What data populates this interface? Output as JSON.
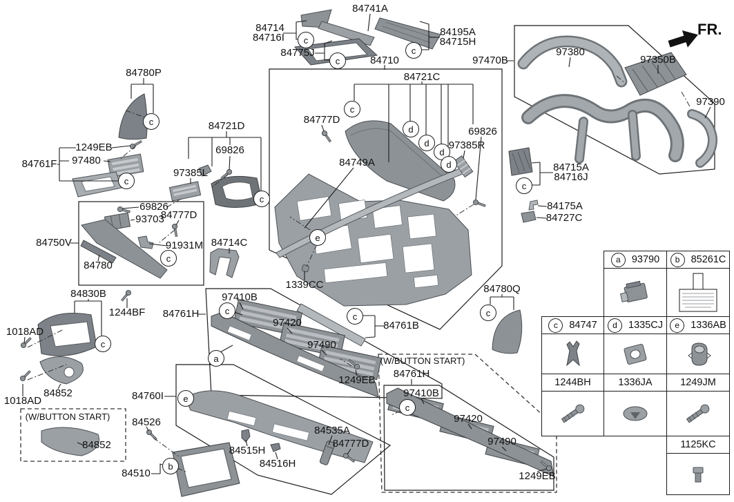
{
  "diagram": {
    "fr_indicator": "FR.",
    "labels": [
      {
        "id": "84741A",
        "text": "84741A"
      },
      {
        "id": "84714",
        "text": "84714"
      },
      {
        "id": "84716I",
        "text": "84716I"
      },
      {
        "id": "84775J",
        "text": "84775J"
      },
      {
        "id": "84195A",
        "text": "84195A"
      },
      {
        "id": "84715H",
        "text": "84715H"
      },
      {
        "id": "84710",
        "text": "84710"
      },
      {
        "id": "97470B",
        "text": "97470B"
      },
      {
        "id": "84721C",
        "text": "84721C"
      },
      {
        "id": "97380",
        "text": "97380"
      },
      {
        "id": "97350B",
        "text": "97350B"
      },
      {
        "id": "97390",
        "text": "97390"
      },
      {
        "id": "84780P",
        "text": "84780P"
      },
      {
        "id": "1249EB-1",
        "text": "1249EB"
      },
      {
        "id": "97480",
        "text": "97480"
      },
      {
        "id": "84761F",
        "text": "84761F"
      },
      {
        "id": "84721D",
        "text": "84721D"
      },
      {
        "id": "69826-1",
        "text": "69826"
      },
      {
        "id": "97385L",
        "text": "97385L"
      },
      {
        "id": "69826-2",
        "text": "69826"
      },
      {
        "id": "93703",
        "text": "93703"
      },
      {
        "id": "84777D-1",
        "text": "84777D"
      },
      {
        "id": "91931M",
        "text": "91931M"
      },
      {
        "id": "84750V",
        "text": "84750V"
      },
      {
        "id": "84780",
        "text": "84780"
      },
      {
        "id": "84830B",
        "text": "84830B"
      },
      {
        "id": "1244BF",
        "text": "1244BF"
      },
      {
        "id": "1018AD-1",
        "text": "1018AD"
      },
      {
        "id": "84852-1",
        "text": "84852"
      },
      {
        "id": "1018AD-2",
        "text": "1018AD"
      },
      {
        "id": "wbs-1",
        "text": "(W/BUTTON START)"
      },
      {
        "id": "84852-2",
        "text": "84852"
      },
      {
        "id": "84526",
        "text": "84526"
      },
      {
        "id": "84510",
        "text": "84510"
      },
      {
        "id": "84777D-2",
        "text": "84777D"
      },
      {
        "id": "84749A",
        "text": "84749A"
      },
      {
        "id": "84714C",
        "text": "84714C"
      },
      {
        "id": "1339CC",
        "text": "1339CC"
      },
      {
        "id": "97410B-1",
        "text": "97410B"
      },
      {
        "id": "84761H-1",
        "text": "84761H"
      },
      {
        "id": "97420-1",
        "text": "97420"
      },
      {
        "id": "97490-1",
        "text": "97490"
      },
      {
        "id": "1249EB-2",
        "text": "1249EB"
      },
      {
        "id": "84760I",
        "text": "84760I"
      },
      {
        "id": "84515H",
        "text": "84515H"
      },
      {
        "id": "84516H",
        "text": "84516H"
      },
      {
        "id": "84535A",
        "text": "84535A"
      },
      {
        "id": "84777D-3",
        "text": "84777D"
      },
      {
        "id": "84761B",
        "text": "84761B"
      },
      {
        "id": "69826-3",
        "text": "69826"
      },
      {
        "id": "97385R",
        "text": "97385R"
      },
      {
        "id": "84715A",
        "text": "84715A"
      },
      {
        "id": "84716J",
        "text": "84716J"
      },
      {
        "id": "84175A",
        "text": "84175A"
      },
      {
        "id": "84727C",
        "text": "84727C"
      },
      {
        "id": "84780Q",
        "text": "84780Q"
      },
      {
        "id": "wbs-2",
        "text": "(W/BUTTON START)"
      },
      {
        "id": "84761H-2",
        "text": "84761H"
      },
      {
        "id": "97410B-2",
        "text": "97410B"
      },
      {
        "id": "97420-2",
        "text": "97420"
      },
      {
        "id": "97490-2",
        "text": "97490"
      },
      {
        "id": "1249EB-3",
        "text": "1249EB"
      }
    ],
    "callouts": [
      {
        "letter": "c"
      },
      {
        "letter": "c"
      },
      {
        "letter": "c"
      },
      {
        "letter": "c"
      },
      {
        "letter": "c"
      },
      {
        "letter": "c"
      },
      {
        "letter": "c"
      },
      {
        "letter": "c"
      },
      {
        "letter": "b"
      },
      {
        "letter": "e"
      },
      {
        "letter": "e"
      },
      {
        "letter": "c"
      },
      {
        "letter": "d"
      },
      {
        "letter": "d"
      },
      {
        "letter": "d"
      },
      {
        "letter": "d"
      },
      {
        "letter": "c"
      },
      {
        "letter": "c"
      },
      {
        "letter": "c"
      },
      {
        "letter": "c"
      },
      {
        "letter": "a"
      },
      {
        "letter": "c"
      }
    ],
    "legend_table": {
      "header_cells": [
        {
          "letter": "a",
          "part": "93790",
          "icon": "actuator-icon"
        },
        {
          "letter": "b",
          "part": "85261C",
          "icon": "spec-label-icon"
        },
        {
          "letter": "c",
          "part": "84747",
          "icon": "retainer-clip-icon"
        },
        {
          "letter": "d",
          "part": "1335CJ",
          "icon": "square-nut-icon"
        },
        {
          "letter": "e",
          "part": "1336AB",
          "icon": "clip-nut-icon"
        }
      ],
      "fastener_cells": [
        {
          "part": "1244BH",
          "icon": "screw-icon"
        },
        {
          "part": "1336JA",
          "icon": "push-grommet-icon"
        },
        {
          "part": "1249JM",
          "icon": "screw-icon"
        },
        {
          "part": "1125KC",
          "icon": "bolt-icon"
        }
      ]
    }
  }
}
